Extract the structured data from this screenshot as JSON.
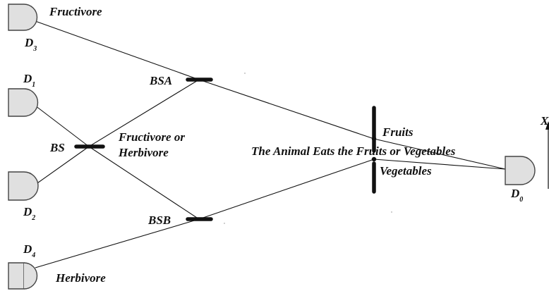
{
  "labels": {
    "fructivore": "Fructivore",
    "herbivore": "Herbivore",
    "fructivore_or": "Fructivore or",
    "herbivore_line2": "Herbivore",
    "bs": "BS",
    "bsa": "BSA",
    "bsb": "BSB",
    "fruits": "Fruits",
    "vegetables": "Vegetables",
    "animal_eats": "The Animal Eats the Fruits or Vegetables",
    "axis_x": "X"
  },
  "detectors": {
    "d3": {
      "letter": "D",
      "sub": "3"
    },
    "d1": {
      "letter": "D",
      "sub": "1"
    },
    "d2": {
      "letter": "D",
      "sub": "2"
    },
    "d4": {
      "letter": "D",
      "sub": "4"
    },
    "d0": {
      "letter": "D",
      "sub": "0"
    }
  },
  "colors": {
    "line": "#111111",
    "detector_fill": "#e0e0e0",
    "detector_stroke": "#444444",
    "text": "#111111"
  }
}
